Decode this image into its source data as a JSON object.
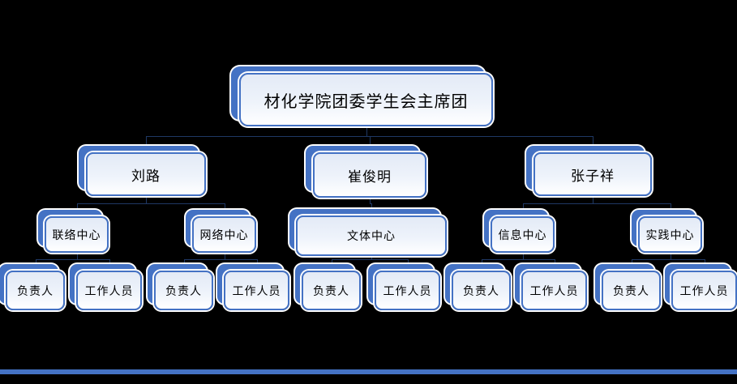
{
  "org_chart": {
    "type": "org-tree",
    "nodes": [
      {
        "id": "root",
        "label": "材化学院团委学生会主席团",
        "level": 1,
        "parent": null
      },
      {
        "id": "liulu",
        "label": "刘路",
        "level": 2,
        "parent": "root"
      },
      {
        "id": "cuijunming",
        "label": "崔俊明",
        "level": 2,
        "parent": "root"
      },
      {
        "id": "zhangzixiang",
        "label": "张子祥",
        "level": 2,
        "parent": "root"
      },
      {
        "id": "lianluo",
        "label": "联络中心",
        "level": 3,
        "parent": "liulu"
      },
      {
        "id": "wangluo",
        "label": "网络中心",
        "level": 3,
        "parent": "liulu"
      },
      {
        "id": "wenti",
        "label": "文体中心",
        "level": 3,
        "parent": "cuijunming"
      },
      {
        "id": "xinxi",
        "label": "信息中心",
        "level": 3,
        "parent": "zhangzixiang"
      },
      {
        "id": "shijian",
        "label": "实践中心",
        "level": 3,
        "parent": "zhangzixiang"
      },
      {
        "id": "lianluo-lead",
        "label": "负责人",
        "level": 4,
        "parent": "lianluo"
      },
      {
        "id": "lianluo-staff",
        "label": "工作人员",
        "level": 4,
        "parent": "lianluo"
      },
      {
        "id": "wangluo-lead",
        "label": "负责人",
        "level": 4,
        "parent": "wangluo"
      },
      {
        "id": "wangluo-staff",
        "label": "工作人员",
        "level": 4,
        "parent": "wangluo"
      },
      {
        "id": "wenti-lead",
        "label": "负责人",
        "level": 4,
        "parent": "wenti"
      },
      {
        "id": "wenti-staff",
        "label": "工作人员",
        "level": 4,
        "parent": "wenti"
      },
      {
        "id": "xinxi-lead",
        "label": "负责人",
        "level": 4,
        "parent": "xinxi"
      },
      {
        "id": "xinxi-staff",
        "label": "工作人员",
        "level": 4,
        "parent": "xinxi"
      },
      {
        "id": "shijian-lead",
        "label": "负责人",
        "level": 4,
        "parent": "shijian"
      },
      {
        "id": "shijian-staff",
        "label": "工作人员",
        "level": 4,
        "parent": "shijian"
      }
    ]
  },
  "colors": {
    "background": "#000000",
    "accent_blue": "#4472C4",
    "box_fill_top": "#e3eaf6",
    "box_fill_bottom": "#ffffff",
    "box_halo": "#ffffff",
    "connector": "#1F3864",
    "text": "#000000",
    "bottom_bar": "#4472C4"
  }
}
